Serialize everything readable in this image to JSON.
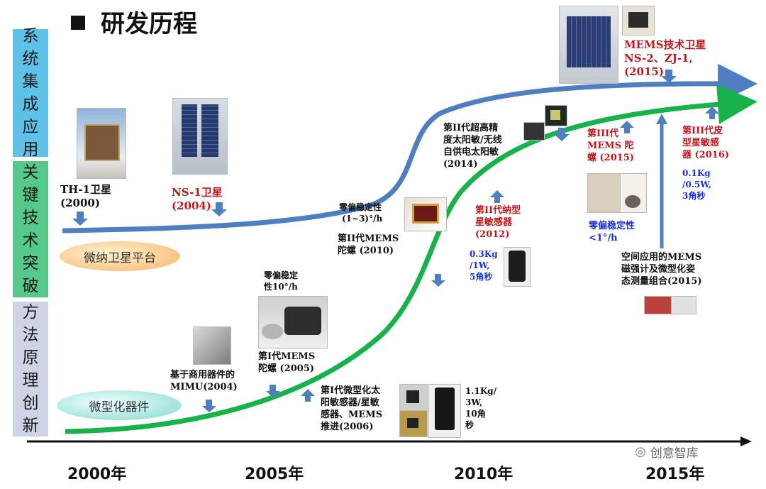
{
  "title": "研发历程",
  "side_labels": [
    {
      "text": "系统集成应用",
      "color": "#5ec2e8"
    },
    {
      "text": "关键技术突破",
      "color": "#55c98a"
    },
    {
      "text": "方法原理创新",
      "color": "#cfd3e6"
    }
  ],
  "tracks": {
    "platform": "微纳卫星平台",
    "device": "微型化器件"
  },
  "years": [
    "2000年",
    "2005年",
    "2010年",
    "2015年"
  ],
  "milestones": {
    "th1": {
      "name": "TH-1卫星",
      "year": "(2000)"
    },
    "ns1": {
      "name": "NS-1卫星",
      "year": "(2004)"
    },
    "mems_sat": {
      "name": "MEMS技术卫星",
      "detail": "NS-2、ZJ-1,",
      "year": "(2015)"
    },
    "sun_sensor2": {
      "lines": [
        "第II代超高精",
        "度太阳敏/无线",
        "自供电太阳敏",
        "(2014)"
      ]
    },
    "gyro3": {
      "lines": [
        "第III代",
        "MEMS 陀",
        "螺 (2015)"
      ],
      "bias": [
        "零偏稳定性",
        "<1°/h"
      ]
    },
    "star3": {
      "lines": [
        "第III代皮",
        "型星敏感",
        "器 (2016)"
      ],
      "specs": [
        "0.1Kg",
        "/0.5W,",
        "3角秒"
      ]
    },
    "gyro2": {
      "bias": [
        "零偏稳定性",
        "(1~3)°/h"
      ],
      "lines": [
        "第II代MEMS",
        "陀螺 (2010)"
      ]
    },
    "star2": {
      "lines": [
        "第II代纳型",
        "星敏感器",
        "(2012)"
      ],
      "specs": [
        "0.3Kg",
        "/1W,",
        "5角秒"
      ]
    },
    "magnetometer": {
      "lines": [
        "空间应用的MEMS",
        "磁强计及微型化姿",
        "态测量组合(2015)"
      ]
    },
    "gyro1": {
      "bias": [
        "零偏稳定",
        "性10°/h"
      ],
      "lines": [
        "第I代MEMS",
        "陀螺 (2005)"
      ]
    },
    "mimu": {
      "lines": [
        "基于商用器件的",
        "MIMU(2004)"
      ]
    },
    "sun_sensor1": {
      "lines": [
        "第I代微型化太",
        "阳敏感器/星敏",
        "感器、MEMS",
        "推进(2006)"
      ]
    },
    "star1_specs": [
      "1.1Kg/",
      "3W,",
      "10角",
      "秒"
    ]
  },
  "watermark": "创意智库",
  "colors": {
    "blue_curve": "#4f7fc1",
    "green_curve": "#17b24a",
    "red_text": "#c0171d",
    "blue_text": "#1a2fd8"
  }
}
